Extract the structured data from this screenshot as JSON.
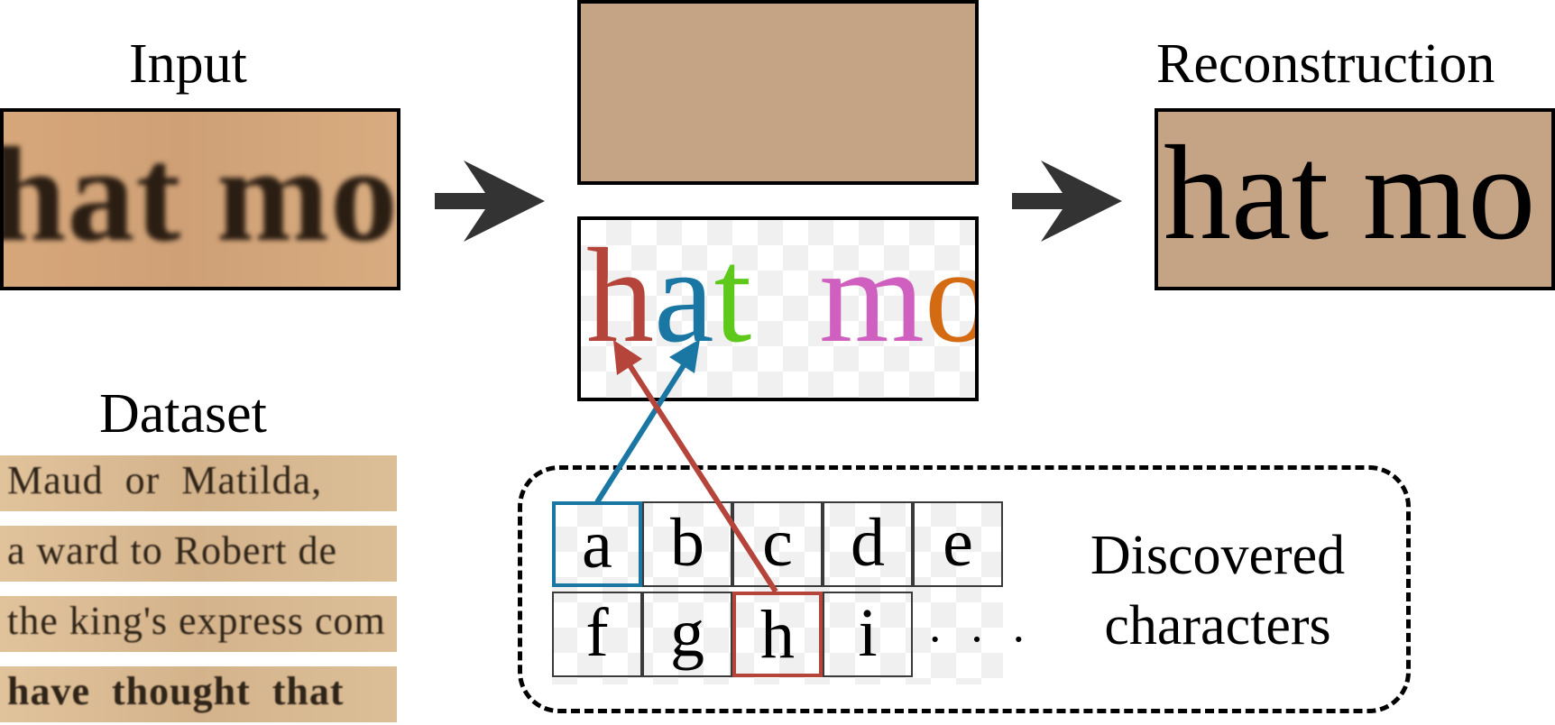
{
  "headings": {
    "input": "Input",
    "reconstruction": "Reconstruction",
    "dataset": "Dataset",
    "discovered_line1": "Discovered",
    "discovered_line2": "characters"
  },
  "input_text": "hat mo",
  "reconstruction_text": "hat mo",
  "colored_letters": [
    {
      "ch": "h",
      "color": "#b5443a"
    },
    {
      "ch": "a",
      "color": "#1a77a3"
    },
    {
      "ch": "t",
      "color": "#5ec91b"
    },
    {
      "ch": " ",
      "color": "#000000"
    },
    {
      "ch": " ",
      "color": "#000000"
    },
    {
      "ch": "m",
      "color": "#cf60c0"
    },
    {
      "ch": "o",
      "color": "#d46a12"
    }
  ],
  "dataset_lines": [
    "Maud  or  Matilda,",
    "a ward to Robert de",
    "the king's express com",
    "have  thought  that"
  ],
  "character_grid": {
    "row1": [
      "a",
      "b",
      "c",
      "d",
      "e"
    ],
    "row2": [
      "f",
      "g",
      "h",
      "i"
    ],
    "ellipsis": "· · ·"
  },
  "colors": {
    "background_block": "#c4a484",
    "recon_background": "#c4a484",
    "arrow": "#333333",
    "highlight_a": "#1a77a3",
    "highlight_h": "#b5443a"
  },
  "icons": [
    "right-arrow-icon",
    "right-arrow-icon"
  ]
}
